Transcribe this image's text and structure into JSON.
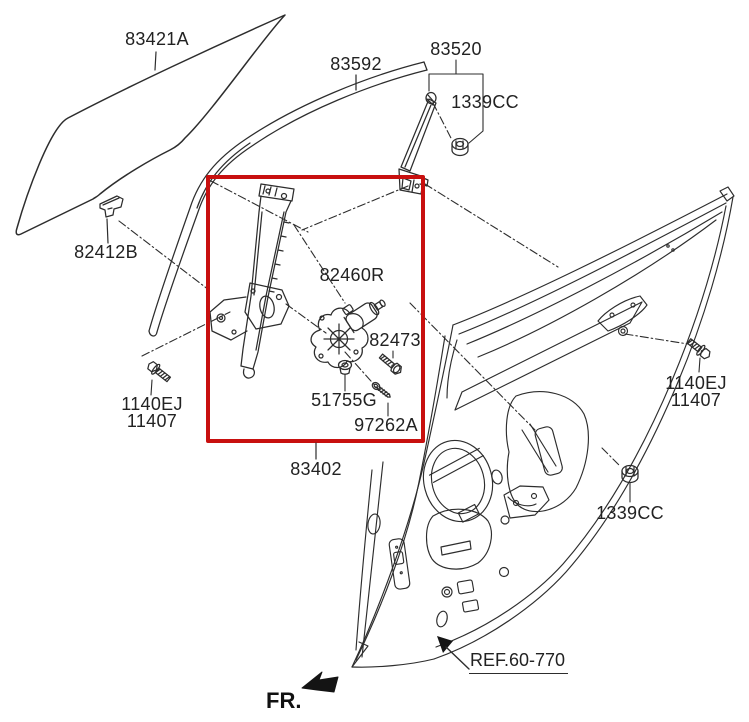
{
  "diagram": {
    "background_color": "#ffffff",
    "line_color": "#2d2d2d",
    "highlight_box_color": "#c8100f",
    "text_color": "#222222"
  },
  "callouts": {
    "glass": "83421A",
    "run_channel": "83592",
    "division_channel": "83520",
    "division_channel_nut": "1339CC",
    "glass_grip": "82412B",
    "motor": "82460R",
    "motor_bolt": "82473",
    "grommet": "51755G",
    "tapping_screw": "97262A",
    "regulator_assembly": "83402",
    "mount_bolt_left_line1": "1140EJ",
    "mount_bolt_left_line2": "11407",
    "mount_bolt_right_line1": "1140EJ",
    "mount_bolt_right_line2": "11407",
    "door_nut": "1339CC",
    "door_reference": "REF.60-770",
    "front_direction": "FR."
  }
}
